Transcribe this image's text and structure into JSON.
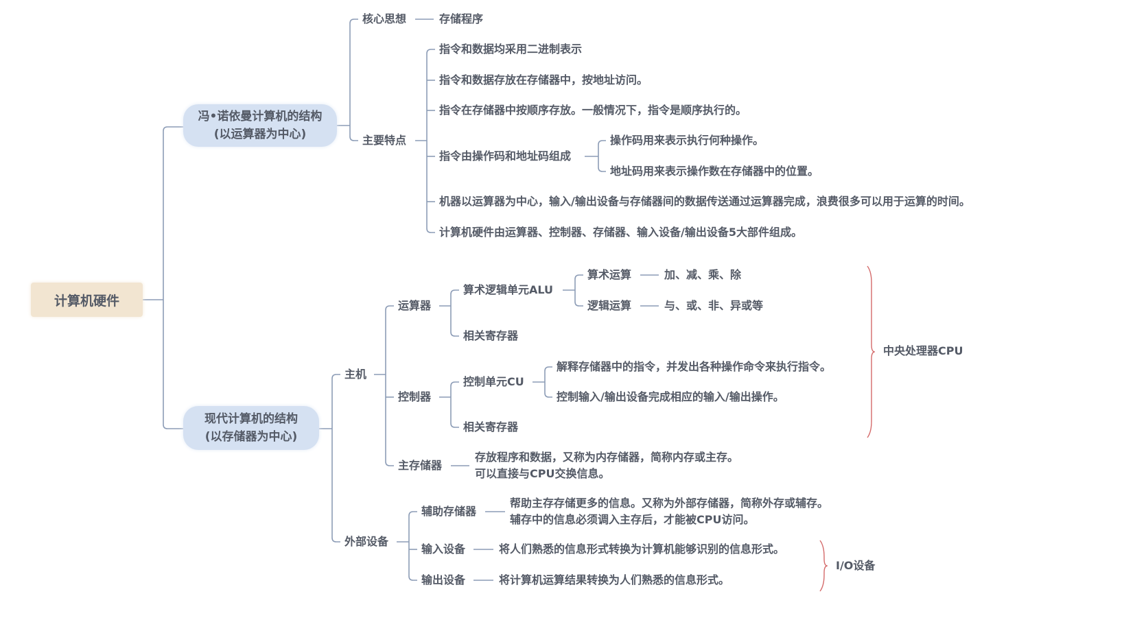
{
  "root": "计算机硬件",
  "von_neumann": {
    "title": [
      "冯•诺依曼计算机的结构",
      "(以运算器为中心)"
    ],
    "core_idea": {
      "label": "核心思想",
      "value": "存储程序"
    },
    "features": {
      "label": "主要特点",
      "items": [
        "指令和数据均采用二进制表示",
        "指令和数据存放在存储器中，按地址访问。",
        "指令在存储器中按顺序存放。一般情况下，指令是顺序执行的。",
        "指令由操作码和地址码组成",
        "机器以运算器为中心，输入/输出设备与存储器间的数据传送通过运算器完成，浪费很多可以用于运算的时间。",
        "计算机硬件由运算器、控制器、存储器、输入设备/输出设备5大部件组成。"
      ],
      "instruction_parts": [
        "操作码用来表示执行何种操作。",
        "地址码用来表示操作数在存储器中的位置。"
      ]
    }
  },
  "modern": {
    "title": [
      "现代计算机的结构",
      "(以存储器为中心)"
    ],
    "host": {
      "label": "主机",
      "alu_unit": {
        "label": "运算器",
        "alu": "算术逻辑单元ALU",
        "arith": {
          "label": "算术运算",
          "value": "加、减、乘、除"
        },
        "logic": {
          "label": "逻辑运算",
          "value": "与、或、非、异或等"
        },
        "registers": "相关寄存器"
      },
      "control_unit": {
        "label": "控制器",
        "cu": "控制单元CU",
        "cu_items": [
          "解释存储器中的指令，并发出各种操作命令来执行指令。",
          "控制输入/输出设备完成相应的输入/输出操作。"
        ],
        "registers": "相关寄存器"
      },
      "main_memory": {
        "label": "主存储器",
        "desc": [
          "存放程序和数据，又称为内存储器，简称内存或主存。",
          "可以直接与CPU交换信息。"
        ]
      },
      "cpu_label": "中央处理器CPU"
    },
    "peripherals": {
      "label": "外部设备",
      "aux_memory": {
        "label": "辅助存储器",
        "desc": [
          "帮助主存存储更多的信息。又称为外部存储器，简称外存或辅存。",
          "辅存中的信息必须调入主存后，才能被CPU访问。"
        ]
      },
      "input": {
        "label": "输入设备",
        "desc": "将人们熟悉的信息形式转换为计算机能够识别的信息形式。"
      },
      "output": {
        "label": "输出设备",
        "desc": "将计算机运算结果转换为人们熟悉的信息形式。"
      },
      "io_label": "I/O设备"
    }
  },
  "colors": {
    "line": "#8c9cb6",
    "brace": "#d46a6a",
    "root_bg": "#f2e5d1",
    "node_bg": "#d5e1f2",
    "text": "#545a66"
  }
}
